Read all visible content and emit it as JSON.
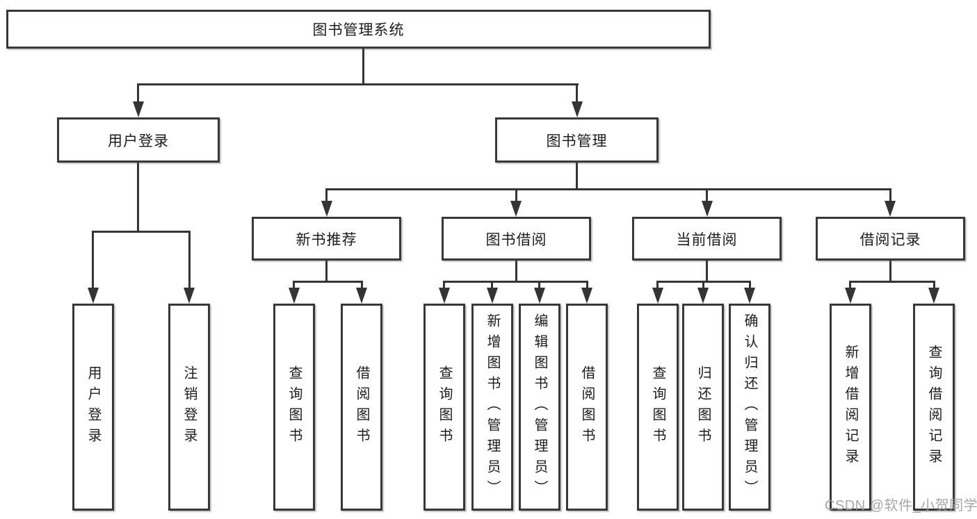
{
  "diagram": {
    "type": "tree-flowchart",
    "title": "图书管理系统"
  },
  "colors": {
    "background": "#ffffff",
    "box_border": "#383838",
    "connector_line": "#343434",
    "text": "#1c1c1c",
    "watermark_text": "#9e9e9e"
  },
  "root": {
    "label": "图书管理系统"
  },
  "level2": [
    {
      "label": "用户登录"
    },
    {
      "label": "图书管理"
    }
  ],
  "level3": [
    {
      "label": "新书推荐"
    },
    {
      "label": "图书借阅"
    },
    {
      "label": "当前借阅"
    },
    {
      "label": "借阅记录"
    }
  ],
  "leaves": [
    {
      "group": "用户登录",
      "label": "用户登录"
    },
    {
      "group": "用户登录",
      "label": "注销登录"
    },
    {
      "group": "新书推荐",
      "label": "查询图书"
    },
    {
      "group": "新书推荐",
      "label": "借阅图书"
    },
    {
      "group": "图书借阅",
      "label": "查询图书"
    },
    {
      "group": "图书借阅",
      "label": "新增图书（管理员）"
    },
    {
      "group": "图书借阅",
      "label": "编辑图书（管理员）"
    },
    {
      "group": "图书借阅",
      "label": "借阅图书"
    },
    {
      "group": "当前借阅",
      "label": "查询图书"
    },
    {
      "group": "当前借阅",
      "label": "归还图书"
    },
    {
      "group": "当前借阅",
      "label": "确认归还（管理员）"
    },
    {
      "group": "借阅记录",
      "label": "新增借阅记录"
    },
    {
      "group": "借阅记录",
      "label": "查询借阅记录"
    }
  ],
  "watermark": "CSDN @软件_小贺同学"
}
